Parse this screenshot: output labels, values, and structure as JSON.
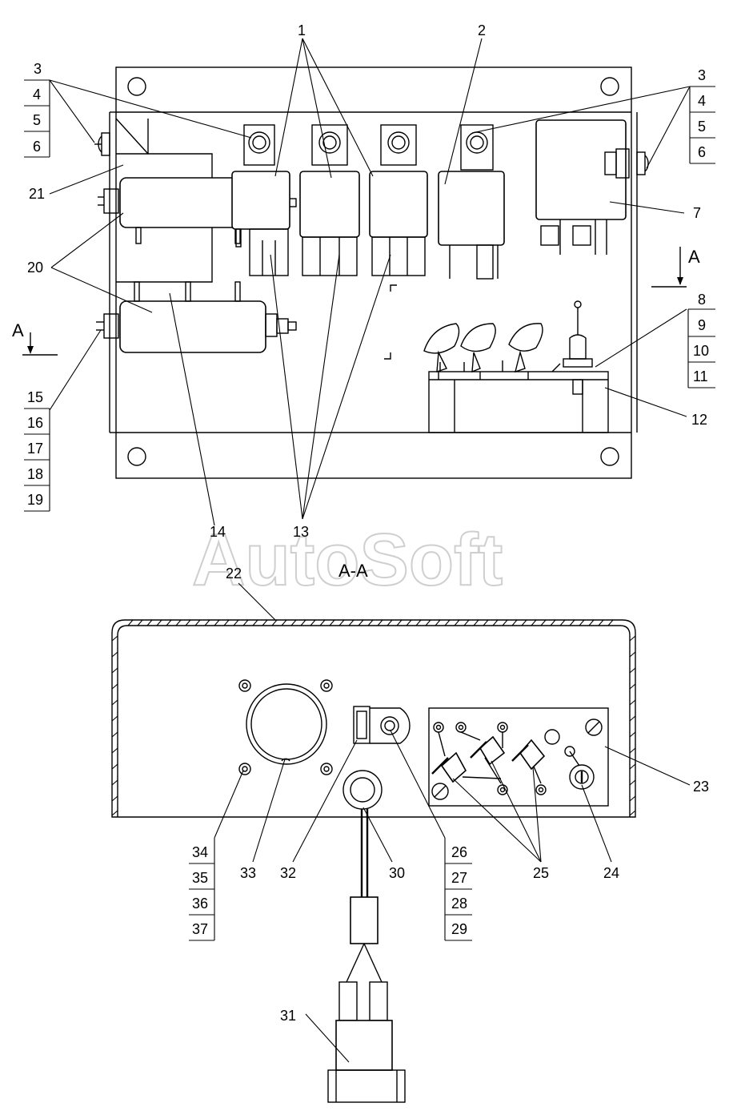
{
  "watermark": "AutoSoft",
  "section_title": "A-A",
  "section_marker": "A",
  "callouts": {
    "c1": "1",
    "c2": "2",
    "c3": "3",
    "c4": "4",
    "c5": "5",
    "c6": "6",
    "c7": "7",
    "c8": "8",
    "c9": "9",
    "c10": "10",
    "c11": "11",
    "c12": "12",
    "c13": "13",
    "c14": "14",
    "c15": "15",
    "c16": "16",
    "c17": "17",
    "c18": "18",
    "c19": "19",
    "c20": "20",
    "c21": "21",
    "c22": "22",
    "c23": "23",
    "c24": "24",
    "c25": "25",
    "c26": "26",
    "c27": "27",
    "c28": "28",
    "c29": "29",
    "c30": "30",
    "c31": "31",
    "c32": "32",
    "c33": "33",
    "c34": "34",
    "c35": "35",
    "c36": "36",
    "c37": "37"
  }
}
